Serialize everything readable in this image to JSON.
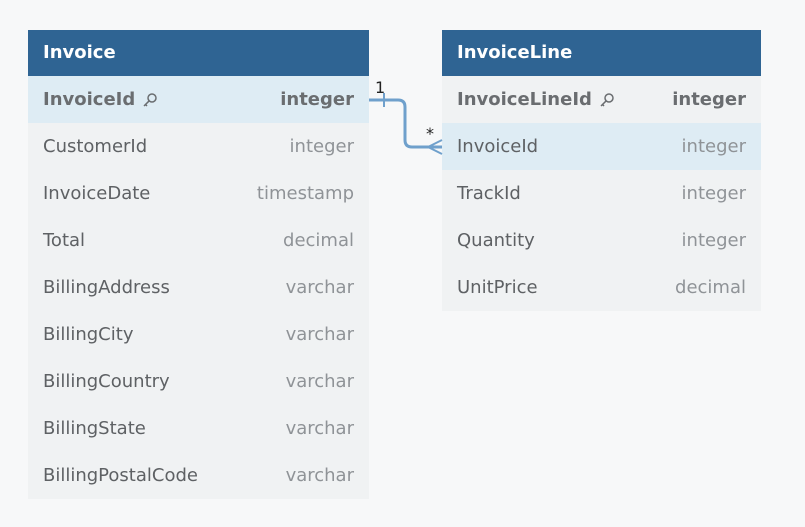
{
  "tables": [
    {
      "name": "Invoice",
      "columns": [
        {
          "name": "InvoiceId",
          "type": "integer",
          "primary_key": true
        },
        {
          "name": "CustomerId",
          "type": "integer"
        },
        {
          "name": "InvoiceDate",
          "type": "timestamp"
        },
        {
          "name": "Total",
          "type": "decimal"
        },
        {
          "name": "BillingAddress",
          "type": "varchar"
        },
        {
          "name": "BillingCity",
          "type": "varchar"
        },
        {
          "name": "BillingCountry",
          "type": "varchar"
        },
        {
          "name": "BillingState",
          "type": "varchar"
        },
        {
          "name": "BillingPostalCode",
          "type": "varchar"
        }
      ]
    },
    {
      "name": "InvoiceLine",
      "columns": [
        {
          "name": "InvoiceLineId",
          "type": "integer",
          "primary_key": true
        },
        {
          "name": "InvoiceId",
          "type": "integer"
        },
        {
          "name": "TrackId",
          "type": "integer"
        },
        {
          "name": "Quantity",
          "type": "integer"
        },
        {
          "name": "UnitPrice",
          "type": "decimal"
        }
      ]
    }
  ],
  "relationship": {
    "from_cardinality": "1",
    "to_cardinality": "*"
  },
  "colors": {
    "header": "#2f6493",
    "highlight_row": "#deecf4",
    "connector": "#6fa0cc"
  },
  "icons": {
    "primary_key": "key-icon"
  }
}
